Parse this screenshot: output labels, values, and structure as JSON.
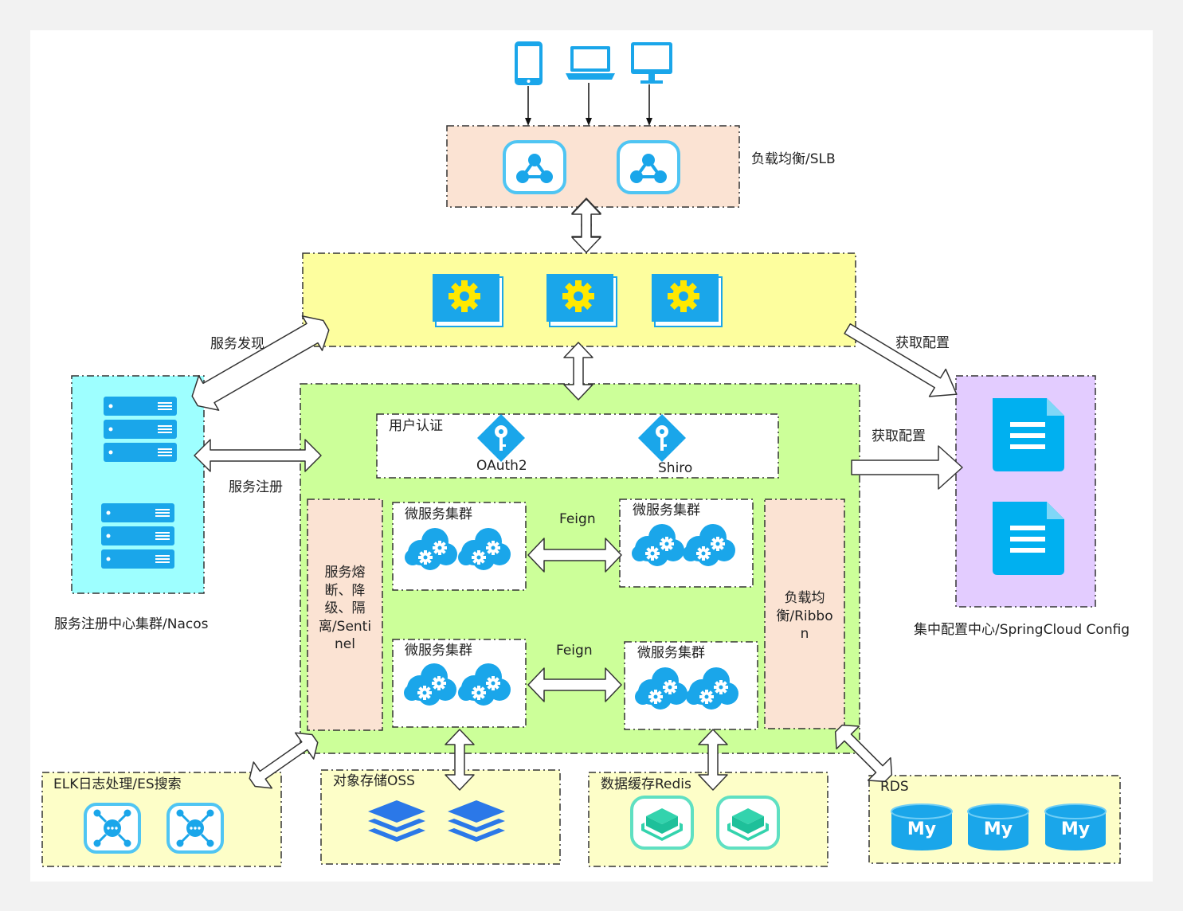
{
  "colors": {
    "slb": "#fbe3d3",
    "gateway": "#fdfe9e",
    "app": "#ccff99",
    "nacos": "#9effff",
    "config": "#e3ccff",
    "side": "#fbe3d3",
    "bottom": "#fdfec8",
    "icon_blue": "#1aa6ea",
    "icon_cyan": "#00b0f0",
    "icon_green": "#33d3ad",
    "icon_layer": "#2b78e8"
  },
  "icons": {
    "clients": [
      "phone-icon",
      "laptop-icon",
      "monitor-icon"
    ],
    "slb": "load-balancer-icon",
    "gateway": "gear-window-icon",
    "auth": "key-icon",
    "cluster": "gear-cloud-icon",
    "nacos": "server-icon",
    "config": "document-icon",
    "elk": "network-hub-icon",
    "oss": "layers-icon",
    "redis": "cache-box-icon",
    "rds": "mysql-icon"
  },
  "labels": {
    "slb": "负载均衡/SLB",
    "service_discovery": "服务发现",
    "service_register": "服务注册",
    "nacos": "服务注册中心集群/Nacos",
    "get_config_top": "获取配置",
    "get_config_mid": "获取配置",
    "config_center": "集中配置中心/SpringCloud Config",
    "user_auth": "用户认证",
    "oauth2": "OAuth2",
    "shiro": "Shiro",
    "cluster_1": "微服务集群",
    "cluster_2": "微服务集群",
    "cluster_3": "微服务集群",
    "cluster_4": "微服务集群",
    "feign_top": "Feign",
    "feign_bottom": "Feign",
    "sentinel": "服务熔断、降级、隔离/Sentinel",
    "ribbon": "负载均衡/Ribbon",
    "elk": "ELK日志处理/ES搜索",
    "oss": "对象存储OSS",
    "redis": "数据缓存Redis",
    "rds": "RDS",
    "mysql_1": "My",
    "mysql_2": "My",
    "mysql_3": "My"
  }
}
